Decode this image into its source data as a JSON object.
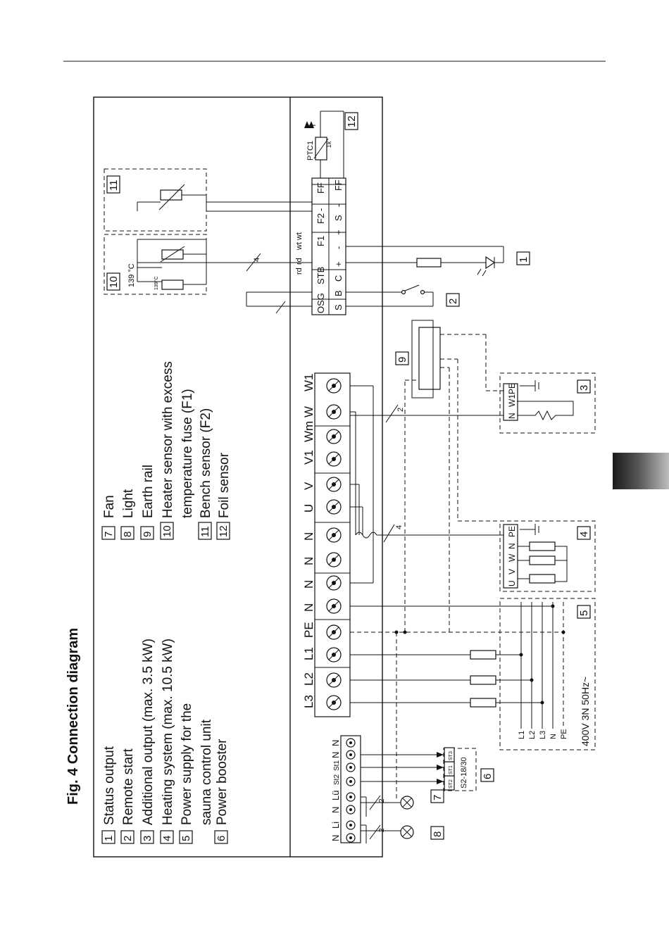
{
  "figure": {
    "title": "Fig. 4  Connection diagram"
  },
  "legend": [
    {
      "num": "1",
      "text": "Status output"
    },
    {
      "num": "2",
      "text": "Remote start"
    },
    {
      "num": "3",
      "text": "Additional output (max. 3.5 kW)"
    },
    {
      "num": "4",
      "text": "Heating system (max. 10.5 kW)"
    },
    {
      "num": "5",
      "text": "Power supply for the",
      "text2": "sauna control unit"
    },
    {
      "num": "6",
      "text": "Power booster"
    },
    {
      "num": "7",
      "text": "Fan"
    },
    {
      "num": "8",
      "text": "Light"
    },
    {
      "num": "9",
      "text": "Earth rail"
    },
    {
      "num": "10",
      "text": "Heater sensor with excess",
      "text2": "temperature fuse (F1)"
    },
    {
      "num": "11",
      "text": "Bench sensor (F2)"
    },
    {
      "num": "12",
      "text": "Foil sensor"
    }
  ],
  "main_terminals": [
    "L3",
    "L2",
    "L1",
    "PE",
    "N",
    "N",
    "N",
    "N",
    "U",
    "V",
    "V1",
    "Wm",
    "W",
    "W1"
  ],
  "small_terminals": [
    "N",
    "Li",
    "N",
    "Lü",
    "St2",
    "St1",
    "N",
    "N"
  ],
  "sensor_block": {
    "top_labels": [
      "OSG",
      "STB",
      "F1",
      "F2",
      "-",
      "FF"
    ],
    "bottom_labels": [
      "S",
      "B",
      "C",
      "+",
      "-",
      "+",
      "S",
      "-",
      "FF"
    ],
    "wire_colors": [
      "rd",
      "rd",
      "wt",
      "wt"
    ]
  },
  "sensor10": {
    "temp": "139 °C",
    "small": "139°C"
  },
  "ptc": {
    "name": "PTC1",
    "value": "1k"
  },
  "booster": {
    "contacts": [
      "ST2",
      "ST1",
      "ST3"
    ],
    "model": "S2-18/30"
  },
  "supply": {
    "lines": [
      "L1",
      "L2",
      "L3",
      "N",
      "PE"
    ],
    "rating": "400V 3N 50Hz~"
  },
  "heater3_terms": [
    "N",
    "W1",
    "PE"
  ],
  "heater4_terms": [
    "U",
    "V",
    "W",
    "N",
    "PE"
  ],
  "wire_counts": {
    "a": "2",
    "b": "4",
    "c": "4",
    "d": "2",
    "e": "2"
  }
}
